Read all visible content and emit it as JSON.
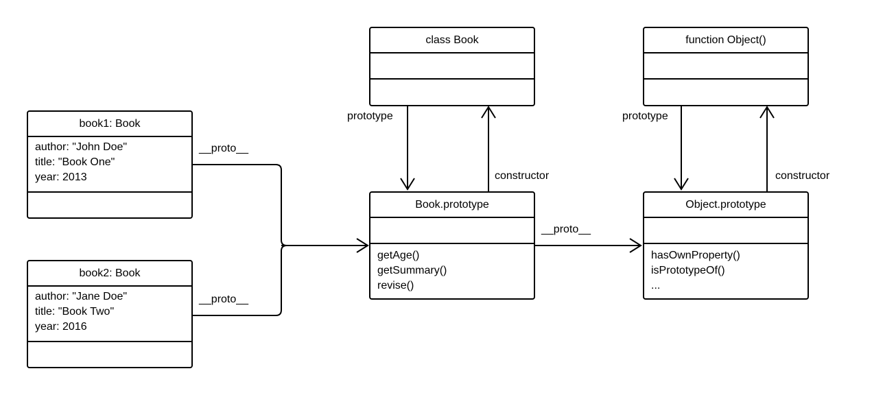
{
  "book1": {
    "title": "book1: Book",
    "attributes": [
      "author: \"John Doe\"",
      "title: \"Book One\"",
      "year: 2013"
    ],
    "methods": []
  },
  "book2": {
    "title": "book2: Book",
    "attributes": [
      "author: \"Jane Doe\"",
      "title: \"Book Two\"",
      "year: 2016"
    ],
    "methods": []
  },
  "class_book": {
    "title": "class Book",
    "attributes": [],
    "methods": []
  },
  "book_prototype": {
    "title": "Book.prototype",
    "attributes": [],
    "methods": [
      "getAge()",
      "getSummary()",
      "revise()"
    ]
  },
  "function_object": {
    "title": "function Object()",
    "attributes": [],
    "methods": []
  },
  "object_prototype": {
    "title": "Object.prototype",
    "attributes": [],
    "methods": [
      "hasOwnProperty()",
      "isPrototypeOf()",
      "..."
    ]
  },
  "edge_labels": {
    "book1_proto": "__proto__",
    "book2_proto": "__proto__",
    "book_proto_to_object": "__proto__",
    "book_prototype": "prototype",
    "book_constructor": "constructor",
    "object_prototype": "prototype",
    "object_constructor": "constructor"
  }
}
